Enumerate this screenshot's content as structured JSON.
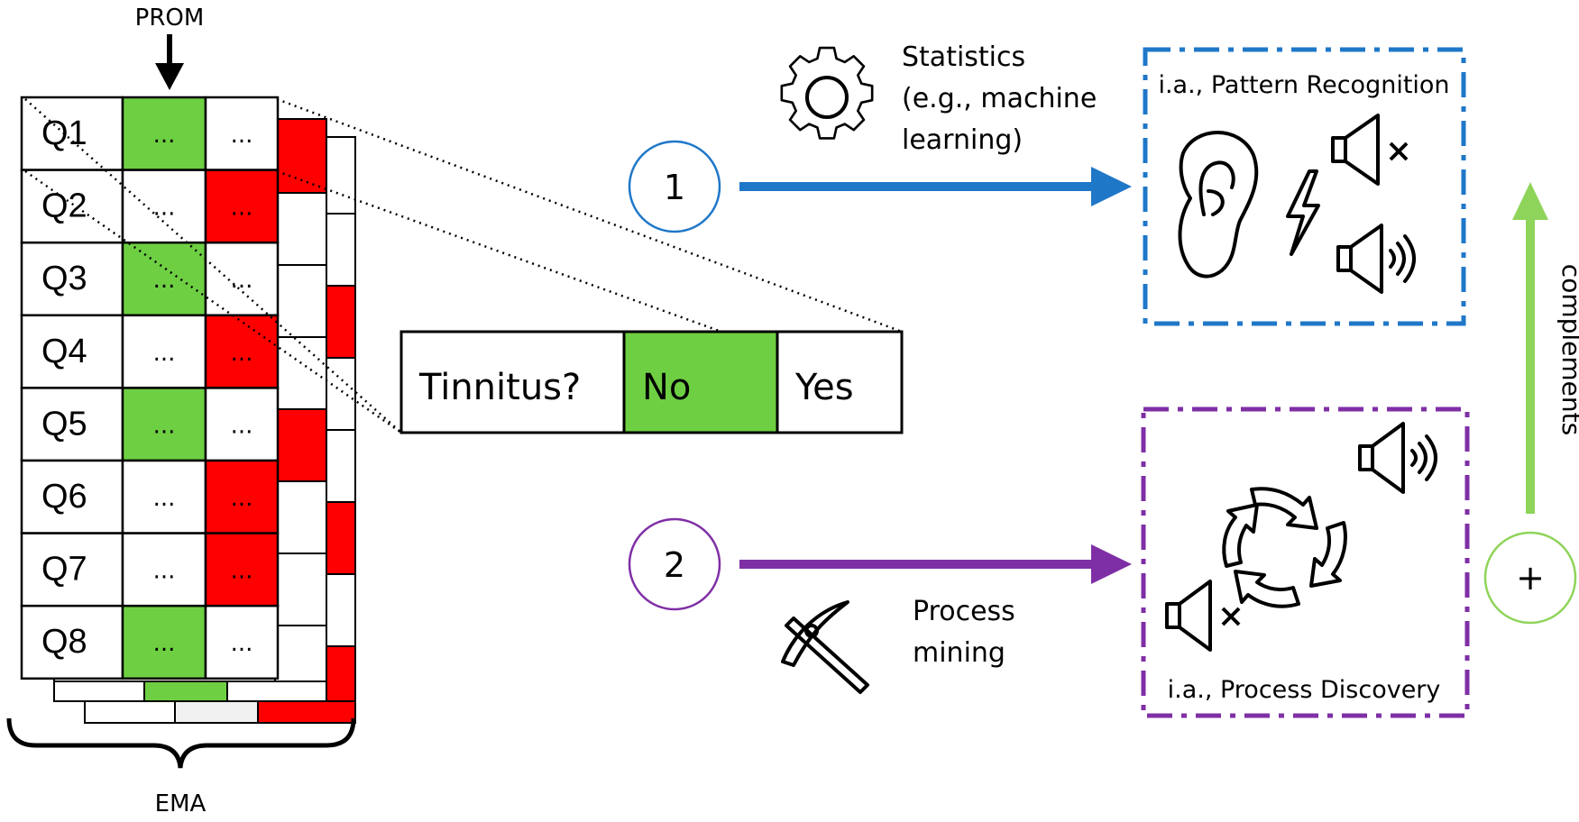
{
  "colors": {
    "green": "#6ecf43",
    "red": "#ff0000",
    "blue": "#1f77c8",
    "purple": "#7f2fa6",
    "light_green": "#8fd45a",
    "grey": "#f0f0f0"
  },
  "ema": {
    "top_label": "PROM",
    "bottom_label": "EMA",
    "questions": [
      {
        "label": "Q1",
        "cell1": "...",
        "cell2": "...",
        "c1": "green",
        "c2": "white"
      },
      {
        "label": "Q2",
        "cell1": "...",
        "cell2": "...",
        "c1": "white",
        "c2": "red"
      },
      {
        "label": "Q3",
        "cell1": "...",
        "cell2": "...",
        "c1": "green",
        "c2": "white"
      },
      {
        "label": "Q4",
        "cell1": "...",
        "cell2": "...",
        "c1": "white",
        "c2": "red"
      },
      {
        "label": "Q5",
        "cell1": "...",
        "cell2": "...",
        "c1": "green",
        "c2": "white"
      },
      {
        "label": "Q6",
        "cell1": "...",
        "cell2": "...",
        "c1": "white",
        "c2": "red"
      },
      {
        "label": "Q7",
        "cell1": "...",
        "cell2": "...",
        "c1": "white",
        "c2": "red"
      },
      {
        "label": "Q8",
        "cell1": "...",
        "cell2": "...",
        "c1": "green",
        "c2": "white"
      }
    ]
  },
  "zoom": {
    "question": "Tinnitus?",
    "option_no": "No",
    "option_yes": "Yes"
  },
  "path1": {
    "number": "1",
    "method_lines": [
      "Statistics",
      "(e.g., machine",
      "learning)"
    ],
    "icon": "gear-icon",
    "box_title": "i.a., Pattern Recognition"
  },
  "path2": {
    "number": "2",
    "method_lines": [
      "Process",
      "mining"
    ],
    "icon": "pickaxe-icon",
    "box_title": "i.a., Process Discovery"
  },
  "complements": {
    "label": "complements",
    "plus": "+"
  }
}
